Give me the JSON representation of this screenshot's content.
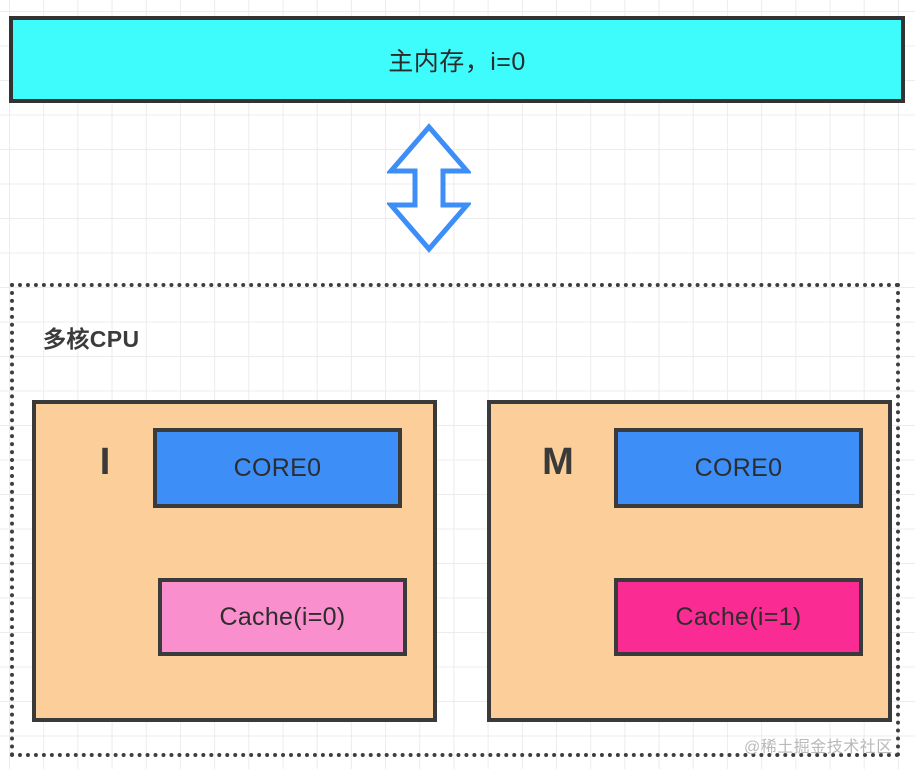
{
  "diagram": {
    "main_memory": {
      "label": "主内存，i=0",
      "fill_color": "#3ffcfc",
      "border_color": "#333333"
    },
    "bus_arrow": {
      "icon": "double-arrow-vertical-icon",
      "stroke_color": "#3d8ef7"
    },
    "cpu": {
      "title": "多核CPU",
      "border_color": "#3f3f3f",
      "cores": [
        {
          "state": "I",
          "core_label": "CORE0",
          "cache_label": "Cache(i=0)",
          "card_color": "#fcce99",
          "core_color": "#3d8ef7",
          "cache_color": "#fa8fcd"
        },
        {
          "state": "M",
          "core_label": "CORE0",
          "cache_label": "Cache(i=1)",
          "card_color": "#fcce99",
          "core_color": "#3d8ef7",
          "cache_color": "#fb2b94"
        }
      ]
    },
    "watermark": "@稀土掘金技术社区"
  }
}
